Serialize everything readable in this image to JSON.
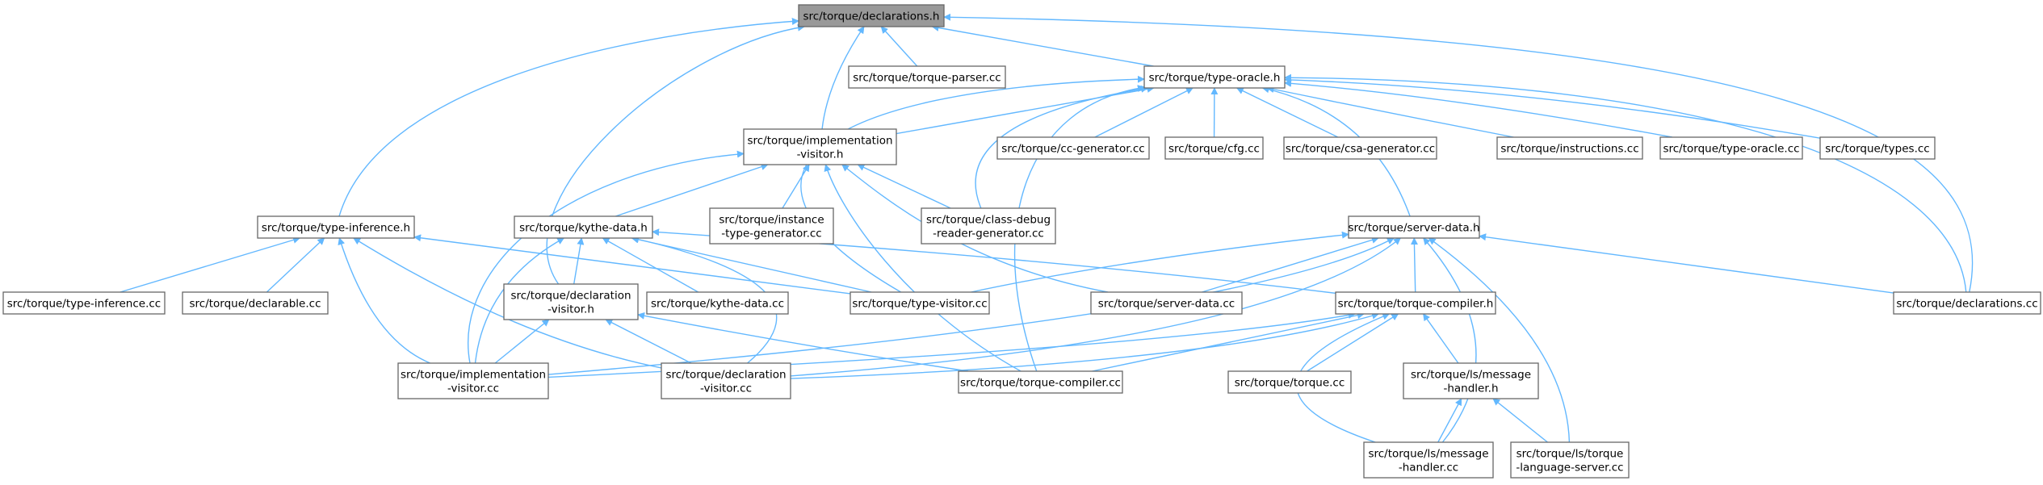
{
  "nodes": {
    "declarations_h": "src/torque/declarations.h",
    "torque_parser_cc": "src/torque/torque-parser.cc",
    "type_oracle_h": "src/torque/type-oracle.h",
    "implementation_visitor_h": [
      "src/torque/implementation",
      "-visitor.h"
    ],
    "cc_generator_cc": "src/torque/cc-generator.cc",
    "cfg_cc": "src/torque/cfg.cc",
    "csa_generator_cc": "src/torque/csa-generator.cc",
    "instructions_cc": "src/torque/instructions.cc",
    "type_oracle_cc": "src/torque/type-oracle.cc",
    "types_cc": "src/torque/types.cc",
    "type_inference_h": "src/torque/type-inference.h",
    "kythe_data_h": "src/torque/kythe-data.h",
    "instance_type_generator_cc": [
      "src/torque/instance",
      "-type-generator.cc"
    ],
    "class_debug_reader_generator_cc": [
      "src/torque/class-debug",
      "-reader-generator.cc"
    ],
    "server_data_h": "src/torque/server-data.h",
    "type_inference_cc": "src/torque/type-inference.cc",
    "declarable_cc": "src/torque/declarable.cc",
    "declaration_visitor_h": [
      "src/torque/declaration",
      "-visitor.h"
    ],
    "kythe_data_cc": "src/torque/kythe-data.cc",
    "type_visitor_cc": "src/torque/type-visitor.cc",
    "server_data_cc": "src/torque/server-data.cc",
    "torque_compiler_h": "src/torque/torque-compiler.h",
    "declarations_cc": "src/torque/declarations.cc",
    "implementation_visitor_cc": [
      "src/torque/implementation",
      "-visitor.cc"
    ],
    "declaration_visitor_cc": [
      "src/torque/declaration",
      "-visitor.cc"
    ],
    "torque_compiler_cc": "src/torque/torque-compiler.cc",
    "torque_cc": "src/torque/torque.cc",
    "ls_message_handler_h": [
      "src/torque/ls/message",
      "-handler.h"
    ],
    "ls_message_handler_cc": [
      "src/torque/ls/message",
      "-handler.cc"
    ],
    "ls_torque_language_server_cc": [
      "src/torque/ls/torque",
      "-language-server.cc"
    ]
  },
  "colors": {
    "edge": "#63b8ff",
    "node_border": "#666666",
    "root_fill": "#999999",
    "node_fill": "#ffffff"
  }
}
